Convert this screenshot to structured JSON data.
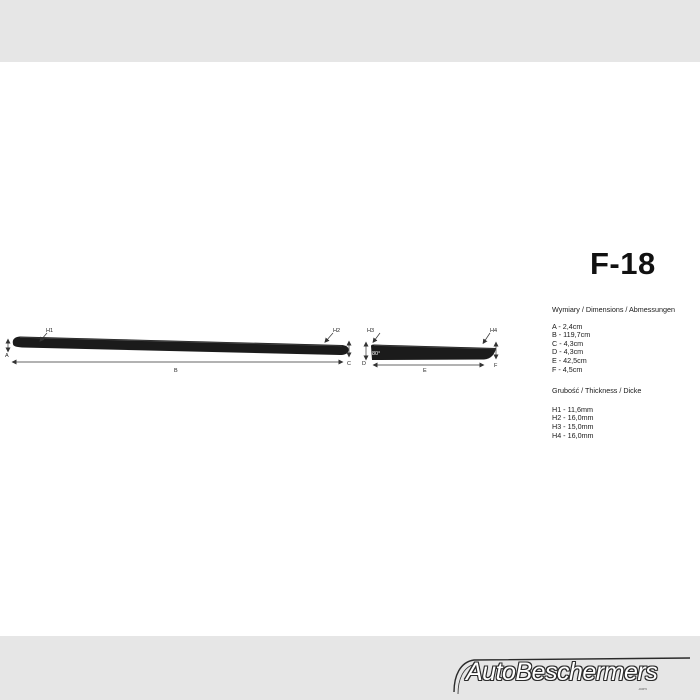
{
  "model_code": "F-18",
  "dimensions": {
    "heading": "Wymiary / Dimensions / Abmessungen",
    "items": [
      "A - 2,4cm",
      "B - 119,7cm",
      "C - 4,3cm",
      "D - 4,3cm",
      "E - 42,5cm",
      "F - 4,5cm"
    ]
  },
  "thickness": {
    "heading": "Grubość / Thickness / Dicke",
    "items": [
      "H1 - 11,6mm",
      "H2 - 16,0mm",
      "H3 - 15,0mm",
      "H4 - 16,0mm"
    ]
  },
  "drawing_labels": {
    "h1": "H1",
    "h2": "H2",
    "h3": "H3",
    "h4": "H4",
    "a": "A",
    "b": "B",
    "c": "C",
    "d": "D",
    "e": "E",
    "f": "F",
    "angle": "80°"
  },
  "brand": {
    "name": "AutoBeschermers",
    "tagline": ".com"
  },
  "colors": {
    "band": "#e6e6e6",
    "strip": "#1b1b1b",
    "text": "#1a1a1a"
  }
}
